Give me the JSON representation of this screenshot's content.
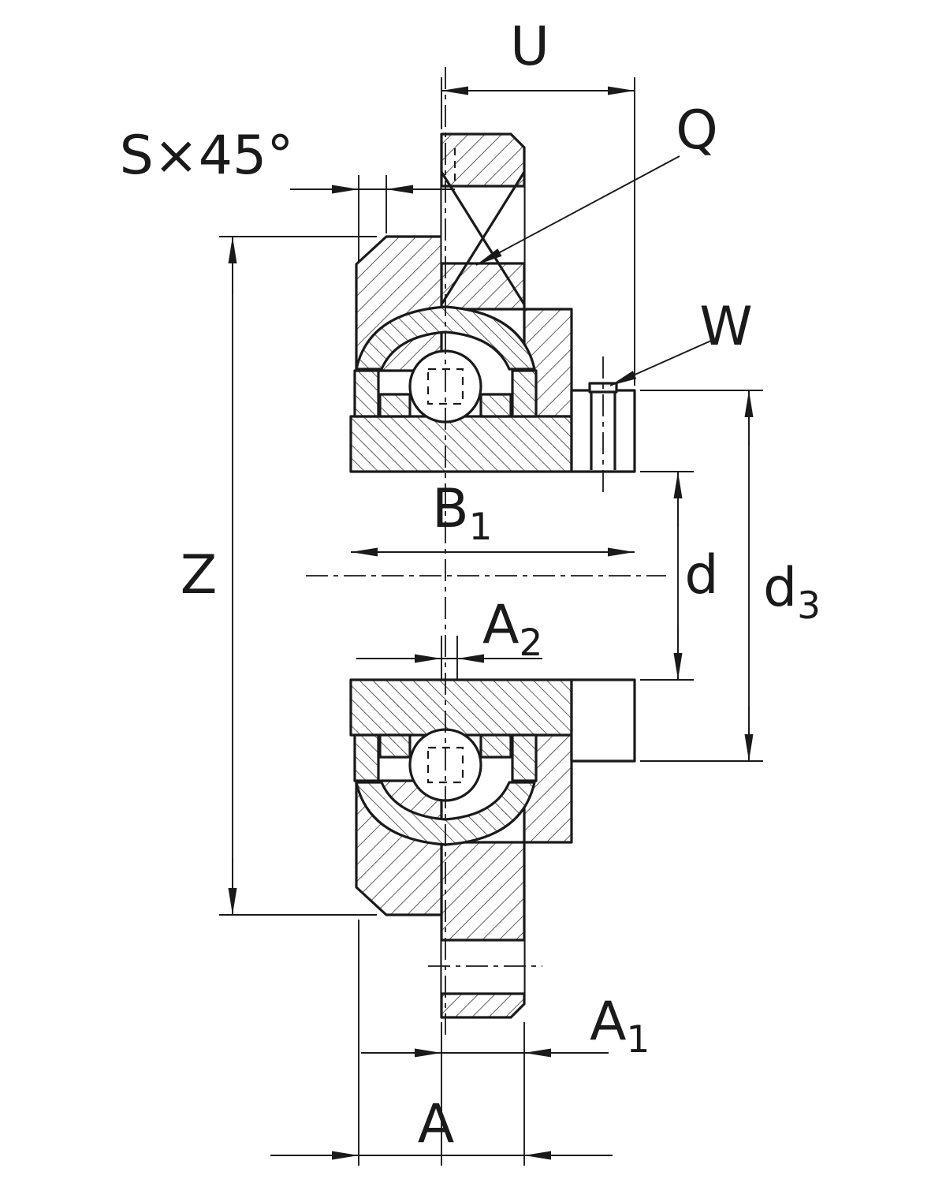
{
  "drawing": {
    "colors": {
      "ink": "#1a1a1a",
      "background": "#ffffff"
    },
    "labels": {
      "u": "U",
      "q": "Q",
      "s_chamfer": "S×45°",
      "w": "W",
      "z": "Z",
      "b1": {
        "base": "B",
        "sub": "1"
      },
      "d": "d",
      "d3": {
        "base": "d",
        "sub": "3"
      },
      "a2": {
        "base": "A",
        "sub": "2"
      },
      "a1": {
        "base": "A",
        "sub": "1"
      },
      "a": "A"
    }
  }
}
